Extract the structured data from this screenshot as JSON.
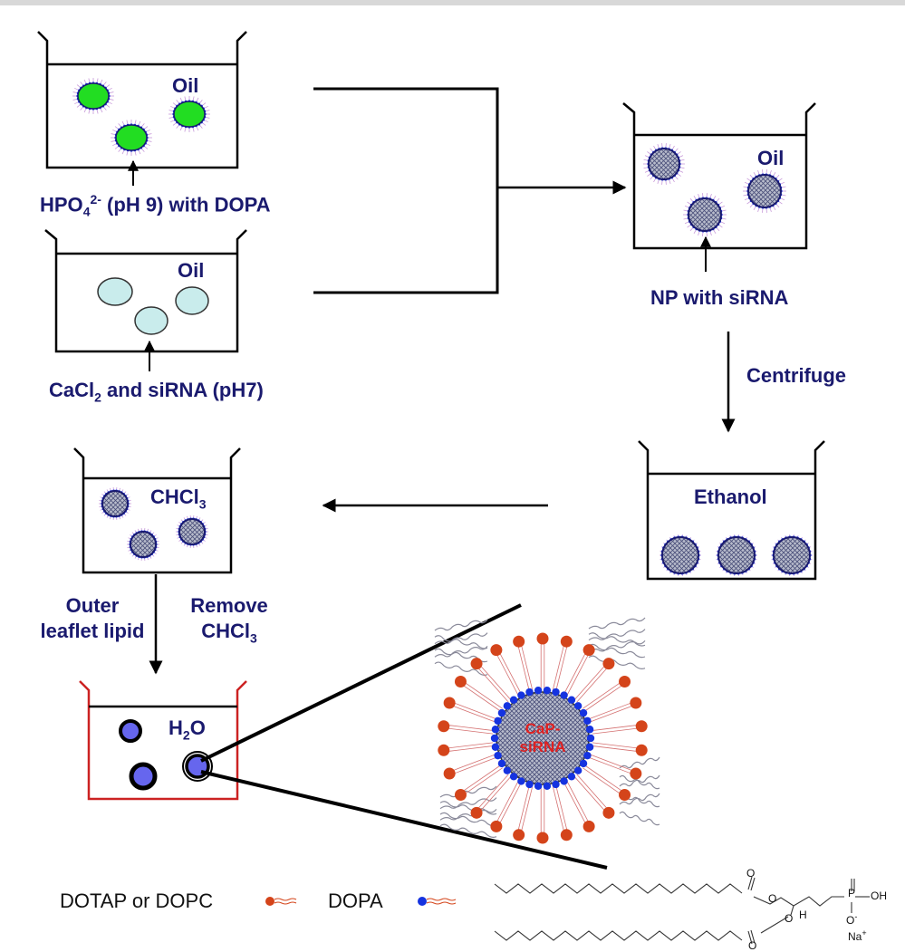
{
  "beaker1": {
    "label": "Oil",
    "caption_main": "HPO",
    "caption_sub": "4",
    "caption_sup": "2-",
    "caption_rest": " (pH 9) with DOPA"
  },
  "beaker2": {
    "label": "Oil",
    "caption_main": "CaCl",
    "caption_sub": "2",
    "caption_rest": " and siRNA (pH7)"
  },
  "beaker3": {
    "label": "Oil",
    "caption": "NP with siRNA"
  },
  "step_centrifuge": "Centrifuge",
  "beaker4": {
    "label": "Ethanol"
  },
  "beaker5": {
    "label_main": "CHCl",
    "label_sub": "3"
  },
  "step_left_line1": "Outer",
  "step_left_line2": "leaflet lipid",
  "step_right_line1": "Remove",
  "step_right_line2_main": "CHCl",
  "step_right_line2_sub": "3",
  "beaker6": {
    "label_main": "H",
    "label_sub": "2",
    "label_rest": "O"
  },
  "core_line1": "CaP-",
  "core_line2": "siRNA",
  "legend": {
    "item1": "DOTAP or DOPC",
    "item2": "DOPA"
  },
  "chem": {
    "oh": "OH",
    "p": "P",
    "o_minus": "O",
    "o_minus_sup": "-",
    "h": "H",
    "na": "Na",
    "na_sup": "+",
    "o_ester": "O",
    "o_carbonyl": "O"
  },
  "colors": {
    "text": "#1a1a6e",
    "green_core": "#22dd22",
    "pale_core": "#c9ecec",
    "blue_core": "#6666ee",
    "red_beaker": "#cc2222",
    "dopa_head": "#1533e0",
    "lipid_head": "#d4441a",
    "core_text": "#e02020"
  }
}
